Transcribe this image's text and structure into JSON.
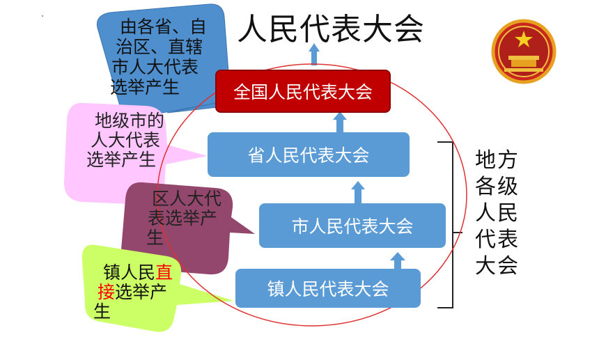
{
  "title": "人民代表大会",
  "levels": {
    "national": "全国人民代表大会",
    "province": "省人民代表大会",
    "city": "市人民代表大会",
    "town": "镇人民代表大会"
  },
  "side_label": "地方各级人民代表大会",
  "bubbles": {
    "national": [
      "由各省、自",
      "治区、直辖",
      "市人大代表",
      "选举产生"
    ],
    "province": [
      "地级市的",
      "人大代表",
      "选举产生"
    ],
    "city": [
      "区人大代",
      "表选举产",
      "生"
    ],
    "town": {
      "line1_a": "镇人民",
      "line1_b": "直",
      "line2_a": "接",
      "line2_b": "选举产",
      "line3": "生"
    }
  },
  "colors": {
    "box_blue": "#5b9bd5",
    "box_red": "#c00000",
    "bubble_blue": "#4f8fce",
    "bubble_pink": "#ffc6ff",
    "bubble_purple": "#94476d",
    "bubble_green": "#ccff66",
    "arrow": "#5b9bd5",
    "circle": "#e03030",
    "emphasis": "#ff0000"
  },
  "icons": {
    "emblem": "national-emblem-icon"
  }
}
